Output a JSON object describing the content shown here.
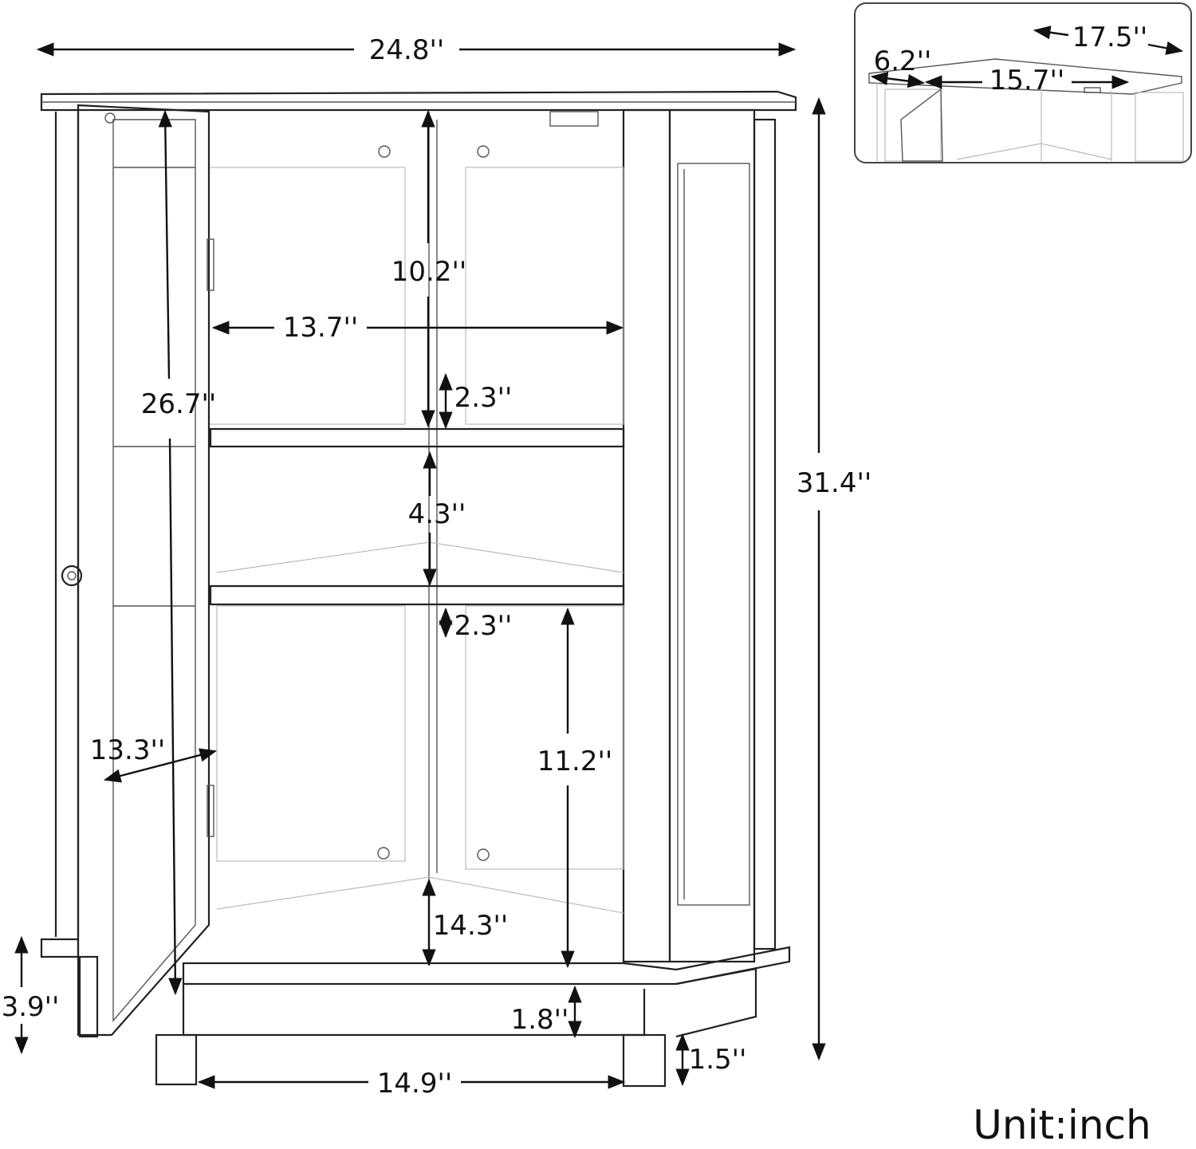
{
  "labels": {
    "top_width": "24.8''",
    "total_height": "31.4''",
    "shelf_top_space": "10.2''",
    "inner_width": "13.7''",
    "door_height": "26.7''",
    "gap_upper": "2.3''",
    "middle_space": "4.3''",
    "gap_lower": "2.3''",
    "lower_space": "11.2''",
    "door_width": "13.3''",
    "bottom_depth": "14.3''",
    "base_height": "3.9''",
    "base_rail": "1.8''",
    "foot_height": "1.5''",
    "base_width": "14.9''",
    "inset_side_depth": "17.5''",
    "inset_front_edge": "6.2''",
    "inset_front_width": "15.7''",
    "unit": "Unit:inch"
  }
}
